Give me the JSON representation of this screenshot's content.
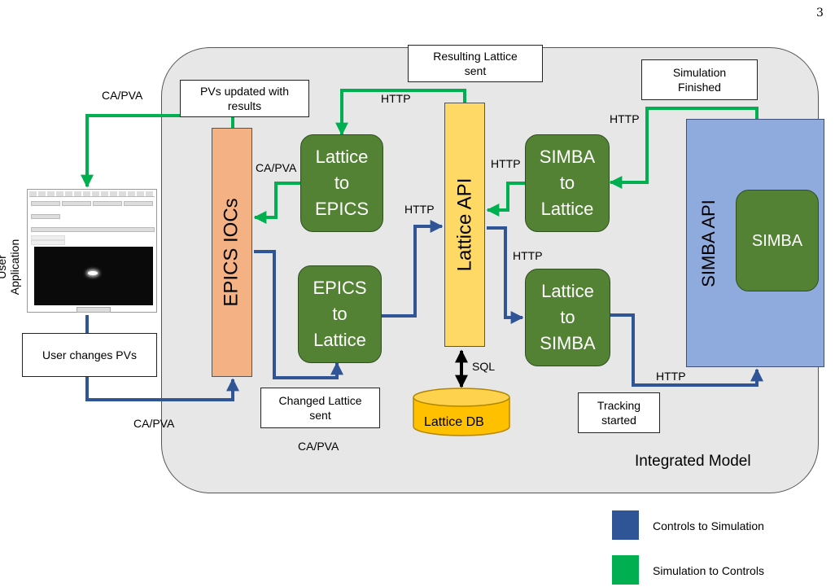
{
  "page_number": "3",
  "labels": {
    "integrated_model": "Integrated Model",
    "user_application": "User Application",
    "epics_iocs": "EPICS IOCs",
    "lattice_api": "Lattice API",
    "simba_api": "SIMBA API",
    "simba": "SIMBA",
    "lattice_db": "Lattice DB"
  },
  "process_boxes": {
    "lattice_to_epics": "Lattice to EPICS",
    "epics_to_lattice": "EPICS to Lattice",
    "simba_to_lattice": "SIMBA to Lattice",
    "lattice_to_simba": "Lattice to SIMBA"
  },
  "notes": {
    "pvs_updated": "PVs updated with results",
    "resulting_lattice": "Resulting Lattice sent",
    "simulation_finished": "Simulation Finished",
    "user_changes": "User changes PVs",
    "changed_lattice": "Changed Lattice sent",
    "tracking_started": "Tracking started"
  },
  "edge_labels": {
    "ca_pva_top": "CA/PVA",
    "ca_pva_mid": "CA/PVA",
    "ca_pva_bottom_left": "CA/PVA",
    "ca_pva_bottom_center": "CA/PVA",
    "http_top": "HTTP",
    "http_simba_finished": "HTTP",
    "http_simba_to_lattice": "HTTP",
    "http_epics_to_lattice": "HTTP",
    "http_lattice_to_simba": "HTTP",
    "http_tracking": "HTTP",
    "sql": "SQL"
  },
  "legend": [
    {
      "label": "Controls to Simulation",
      "color": "#2f5597"
    },
    {
      "label": "Simulation to Controls",
      "color": "#00b050"
    }
  ],
  "colors": {
    "controls_to_simulation": "#2f5597",
    "simulation_to_controls": "#00b050",
    "process_box": "#548235",
    "epics_iocs": "#f4b183",
    "lattice_api": "#ffd966",
    "simba_api": "#8faadc",
    "lattice_db": "#ffc000",
    "integrated_model": "#e7e7e7"
  }
}
